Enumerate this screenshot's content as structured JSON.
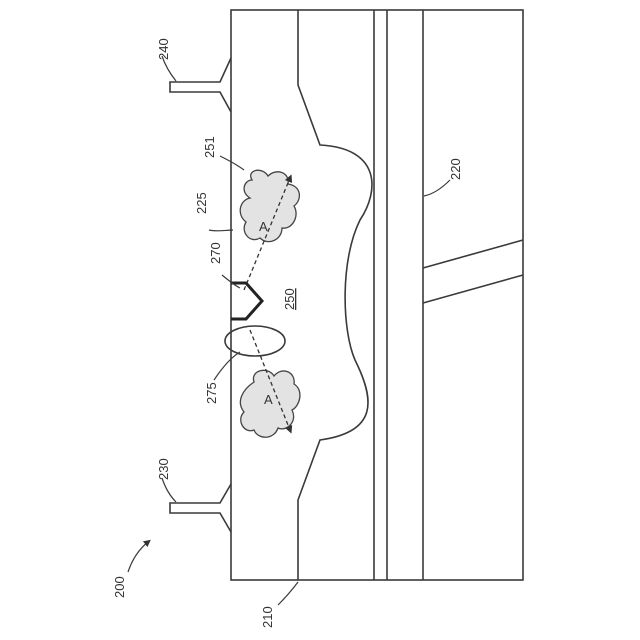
{
  "figure": {
    "labels": {
      "ref_200": "200",
      "ref_210": "210",
      "ref_220": "220",
      "ref_225": "225",
      "ref_230": "230",
      "ref_240": "240",
      "ref_250": "250",
      "ref_251": "251",
      "ref_270": "270",
      "ref_275": "275",
      "particle_a_top": "A",
      "particle_a_bottom": "A"
    }
  }
}
